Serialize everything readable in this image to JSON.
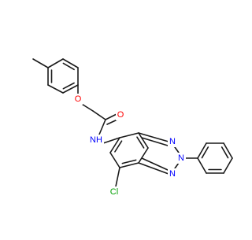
{
  "molecule": {
    "atoms": [
      {
        "id": "O_ether",
        "symbol": "O",
        "color": "#ff0000"
      },
      {
        "id": "O_carbonyl",
        "symbol": "O",
        "color": "#ff0000"
      },
      {
        "id": "NH_amide",
        "symbol": "NH",
        "color": "#0000ff"
      },
      {
        "id": "N1_triazole",
        "symbol": "N",
        "color": "#0000ff"
      },
      {
        "id": "N2_triazole",
        "symbol": "N",
        "color": "#0000ff"
      },
      {
        "id": "N3_triazole",
        "symbol": "N",
        "color": "#0000ff"
      },
      {
        "id": "Cl",
        "symbol": "Cl",
        "color": "#00a000"
      }
    ],
    "bond_color": "#1a1a1a"
  }
}
